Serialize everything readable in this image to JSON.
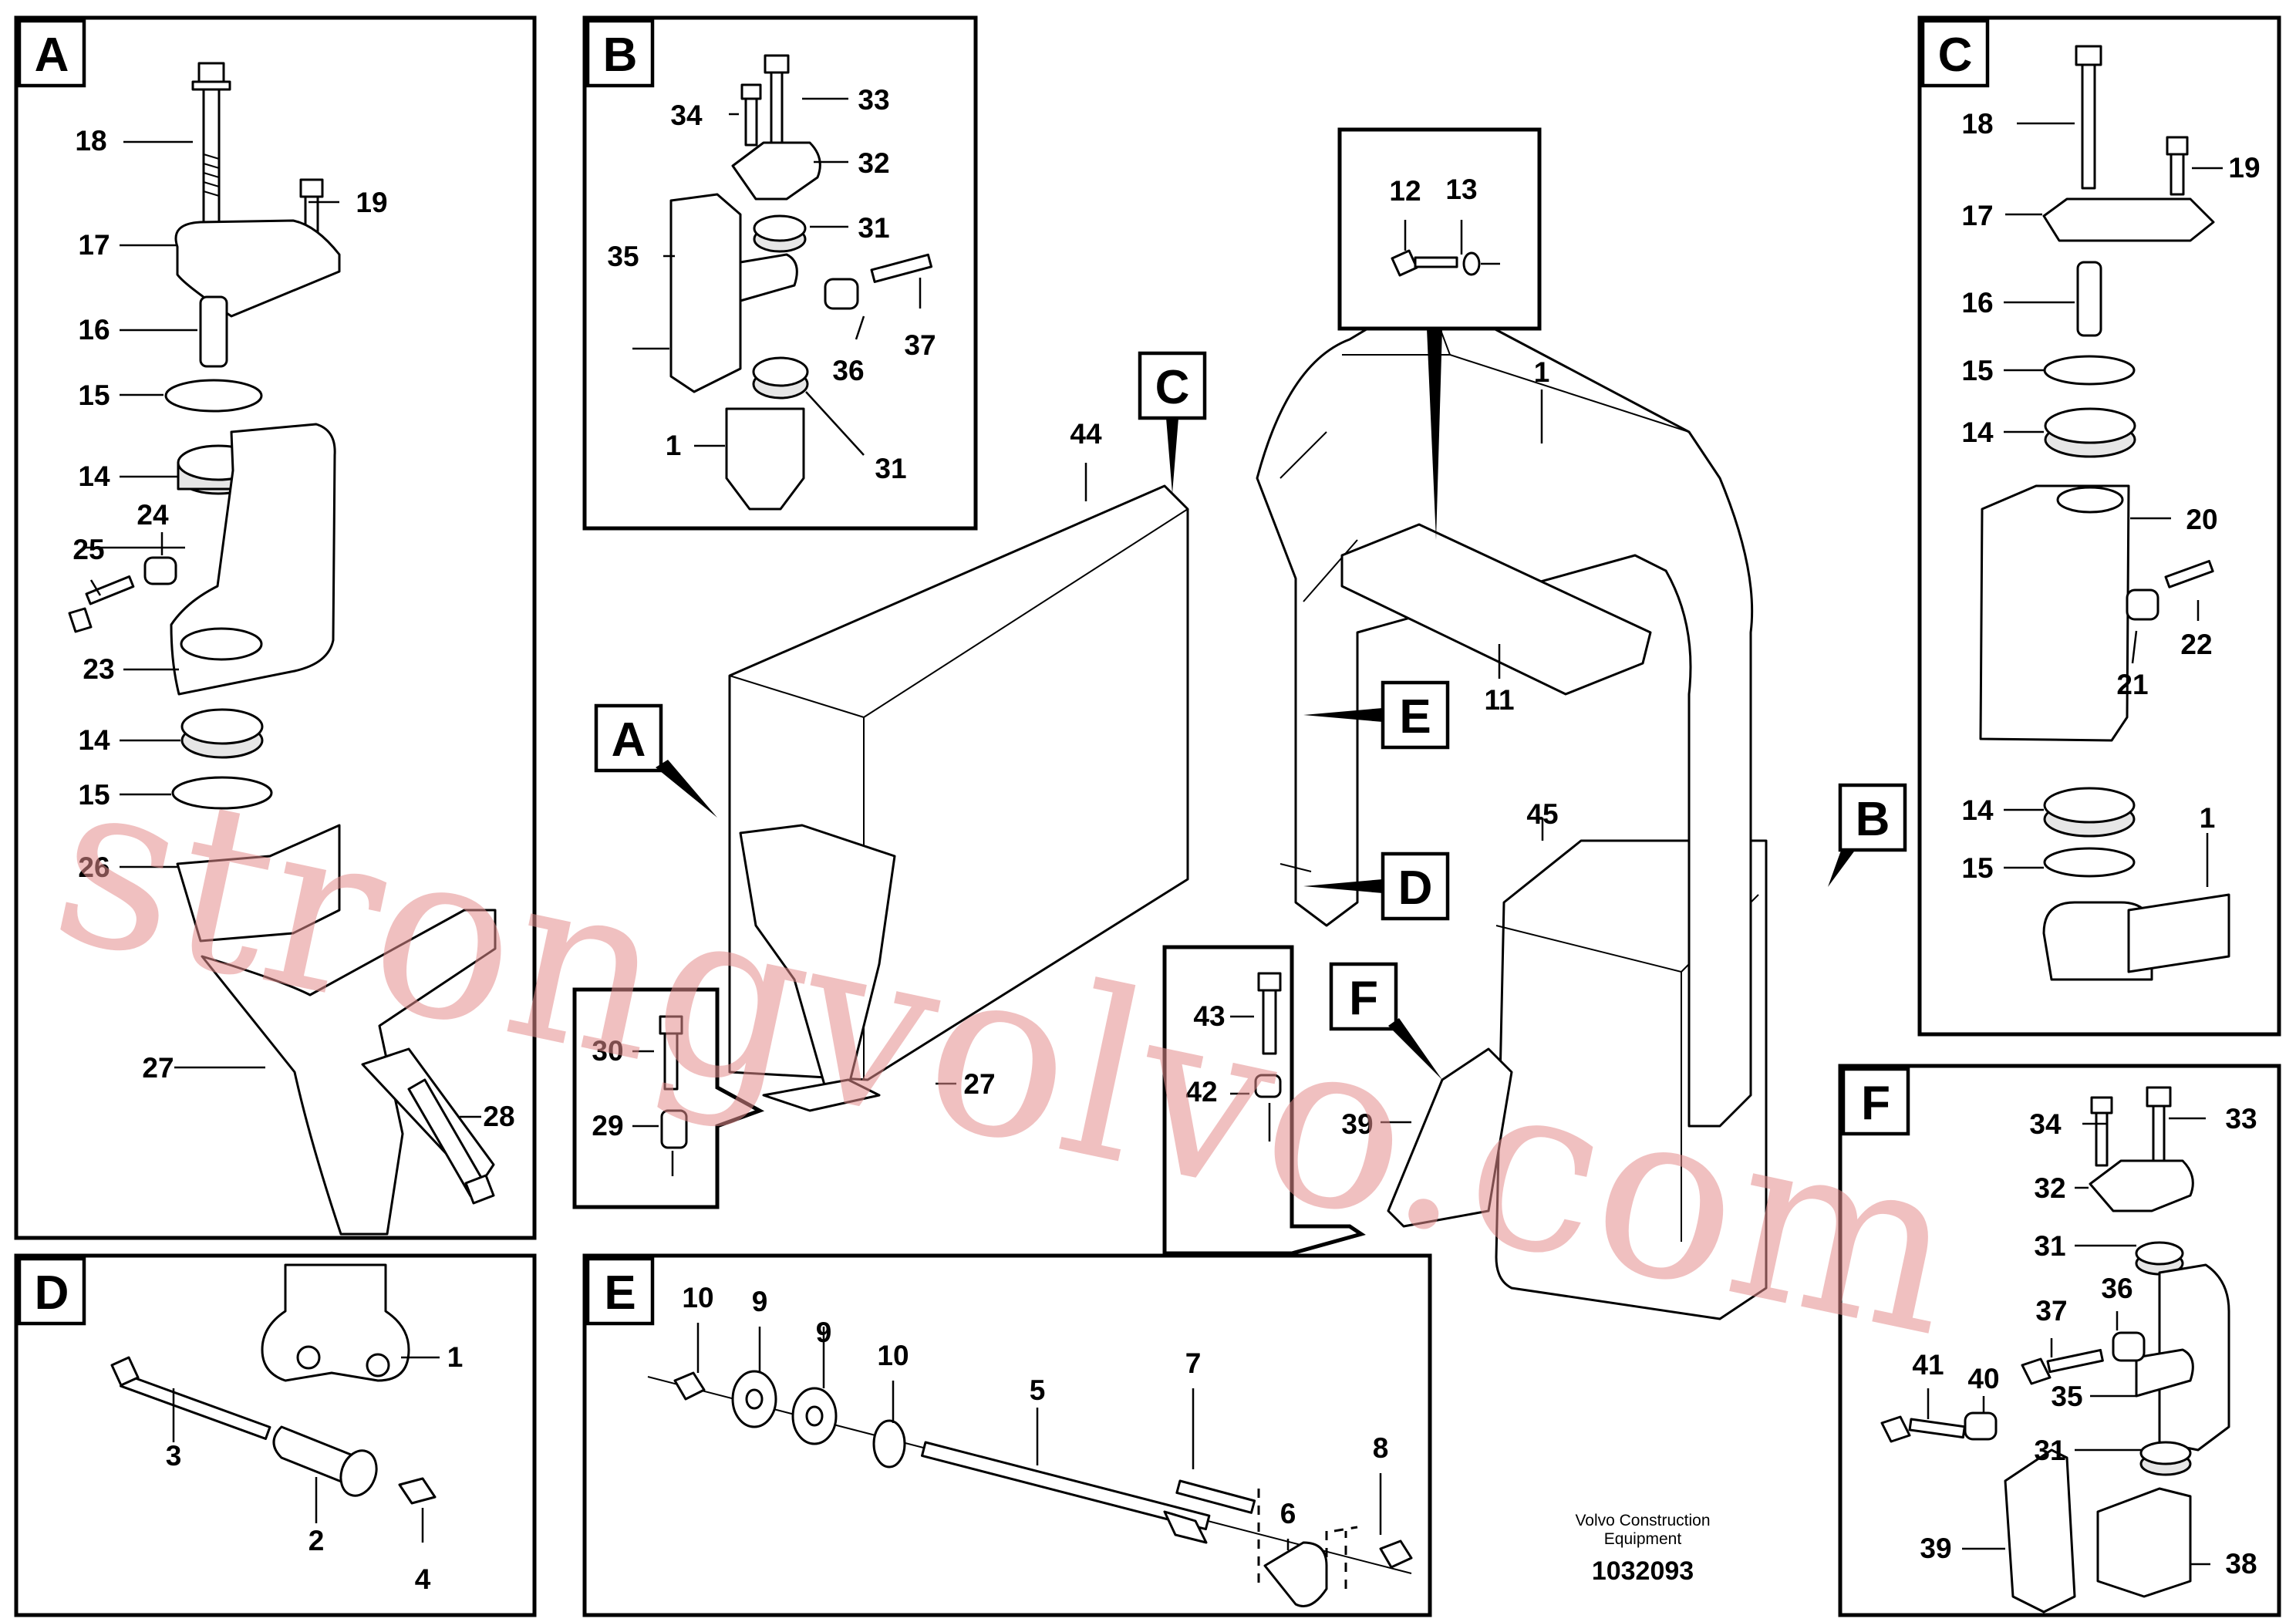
{
  "drawing": {
    "footer_line1": "Volvo Construction",
    "footer_line2": "Equipment",
    "drawing_number": "1032093",
    "watermark": "strongvolvo.com"
  },
  "views": {
    "A": {
      "tag": "A",
      "numbers": [
        "18",
        "19",
        "17",
        "16",
        "15",
        "14",
        "24",
        "25",
        "23",
        "14",
        "15",
        "26",
        "27",
        "28"
      ]
    },
    "B": {
      "tag": "B",
      "numbers": [
        "34",
        "33",
        "32",
        "31",
        "35",
        "37",
        "36",
        "31",
        "1"
      ]
    },
    "C": {
      "tag": "C",
      "numbers": [
        "18",
        "19",
        "17",
        "16",
        "15",
        "14",
        "20",
        "22",
        "21",
        "14",
        "15",
        "1"
      ]
    },
    "D": {
      "tag": "D",
      "numbers": [
        "1",
        "3",
        "2",
        "4"
      ]
    },
    "E": {
      "tag": "E",
      "numbers": [
        "10",
        "9",
        "9",
        "10",
        "5",
        "7",
        "6",
        "8"
      ]
    },
    "F": {
      "tag": "F",
      "numbers": [
        "34",
        "33",
        "32",
        "31",
        "37",
        "36",
        "41",
        "40",
        "35",
        "31",
        "39",
        "38"
      ]
    },
    "main": {
      "numbers": [
        "12",
        "13",
        "1",
        "44",
        "11",
        "45",
        "27",
        "30",
        "29",
        "43",
        "42",
        "39"
      ],
      "callouts": [
        "C",
        "A",
        "E",
        "D",
        "B",
        "F"
      ]
    }
  },
  "colors": {
    "line": "#000000",
    "background": "#ffffff",
    "watermark": "#e48c8c"
  }
}
